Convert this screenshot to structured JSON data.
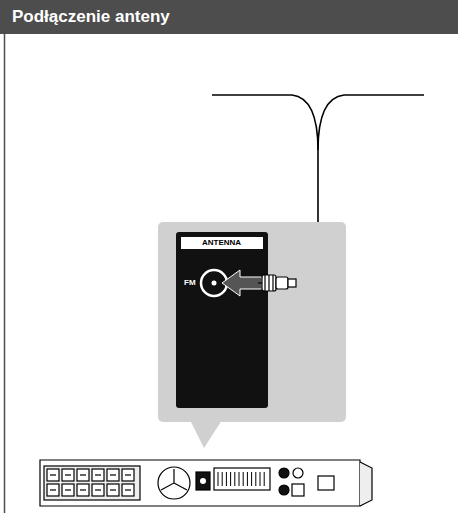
{
  "diagram": {
    "title": "Podłączenie anteny",
    "labels": [
      "ANTENNA",
      "FM"
    ]
  }
}
